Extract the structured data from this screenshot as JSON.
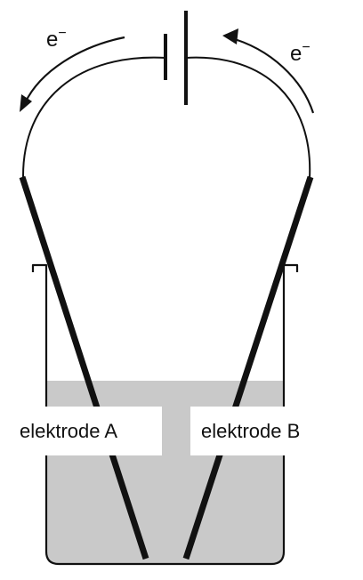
{
  "electron_symbol": "e",
  "electron_charge": "−",
  "labels": {
    "electrode_a": "elektrode A",
    "electrode_b": "elektrode B"
  },
  "colors": {
    "line": "#111111",
    "liquid": "#c9c9c9",
    "label_background": "#ffffff"
  }
}
